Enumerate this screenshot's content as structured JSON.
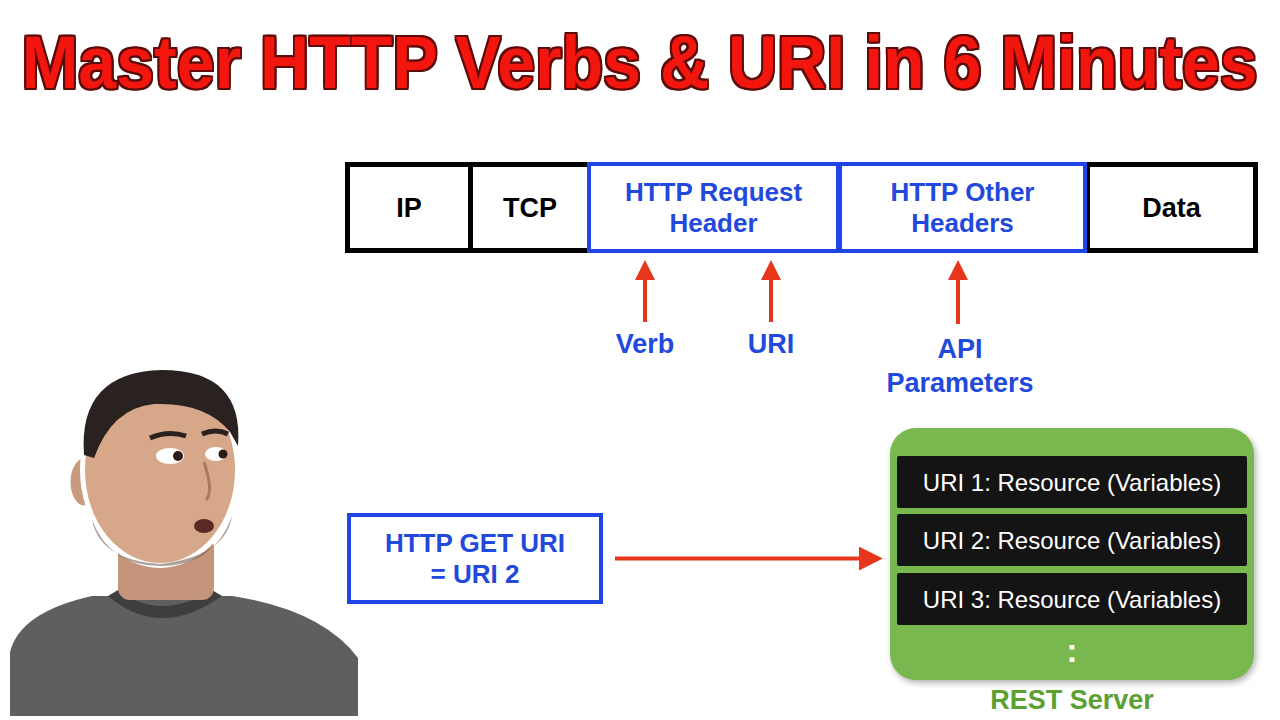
{
  "diagram": {
    "title": "Master HTTP Verbs & URI in 6 Minutes",
    "nodes": [
      {
        "text": [
          "IP"
        ]
      },
      {
        "text": [
          "TCP"
        ]
      },
      {
        "text": [
          "HTTP Request Header"
        ]
      },
      {
        "text": [
          "HTTP Other Headers"
        ]
      },
      {
        "text": [
          "Data"
        ]
      },
      {
        "text": [
          "HTTP GET URI = URI 2"
        ]
      },
      {
        "text": [
          "REST Server"
        ]
      },
      {
        "text": [
          "URI 1: Resource (Variables)"
        ],
        "in": 6
      },
      {
        "text": [
          "URI 2: Resource (Variables)"
        ],
        "in": 6
      },
      {
        "text": [
          "URI 3: Resource (Variables)"
        ],
        "in": 6
      }
    ],
    "edges": [
      {
        "from": 5,
        "to": 6,
        "arrow": "to"
      }
    ],
    "labels": [
      "Verb",
      "URI",
      "API Parameters",
      ":"
    ]
  }
}
